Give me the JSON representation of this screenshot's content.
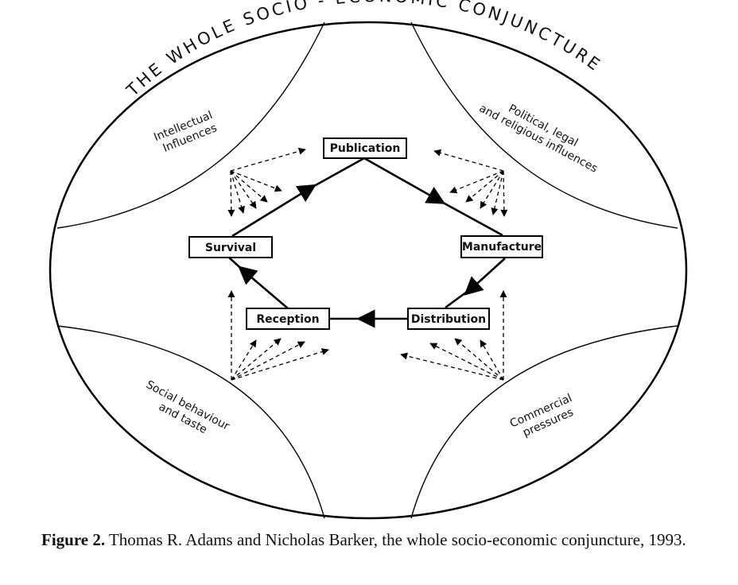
{
  "title": "THE WHOLE SOCIO - ECONOMIC CONJUNCTURE",
  "zones": {
    "top_left": [
      "Intellectual",
      "Influences"
    ],
    "top_right": [
      "Political, legal",
      "and religious influences"
    ],
    "bottom_left": [
      "Social behaviour",
      "and taste"
    ],
    "bottom_right": [
      "Commercial",
      "pressures"
    ]
  },
  "nodes": {
    "publication": "Publication",
    "manufacture": "Manufacture",
    "distribution": "Distribution",
    "reception": "Reception",
    "survival": "Survival"
  },
  "caption": {
    "label": "Figure 2.",
    "text": "Thomas R. Adams and Nicholas Barker, the whole socio-economic conjuncture, 1993."
  }
}
